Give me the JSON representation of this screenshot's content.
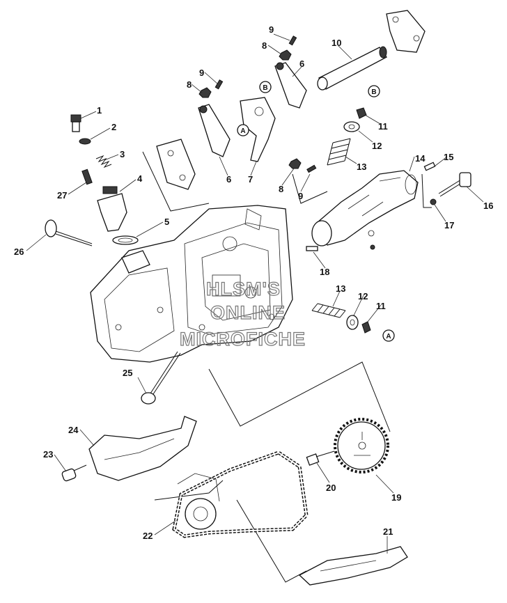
{
  "diagram": {
    "callouts": [
      "1",
      "2",
      "3",
      "4",
      "5",
      "6",
      "7",
      "8",
      "9",
      "10",
      "11",
      "12",
      "13",
      "14",
      "15",
      "16",
      "17",
      "18",
      "19",
      "20",
      "21",
      "22",
      "23",
      "24",
      "25",
      "26",
      "27"
    ],
    "reference_markers": [
      "A",
      "B"
    ],
    "watermark": {
      "line1": "HLSM'S",
      "line2": "ONLINE",
      "line3": "MICROFICHE"
    }
  },
  "colors": {
    "line": "#111111",
    "watermark": "#777777",
    "background": "#ffffff"
  }
}
